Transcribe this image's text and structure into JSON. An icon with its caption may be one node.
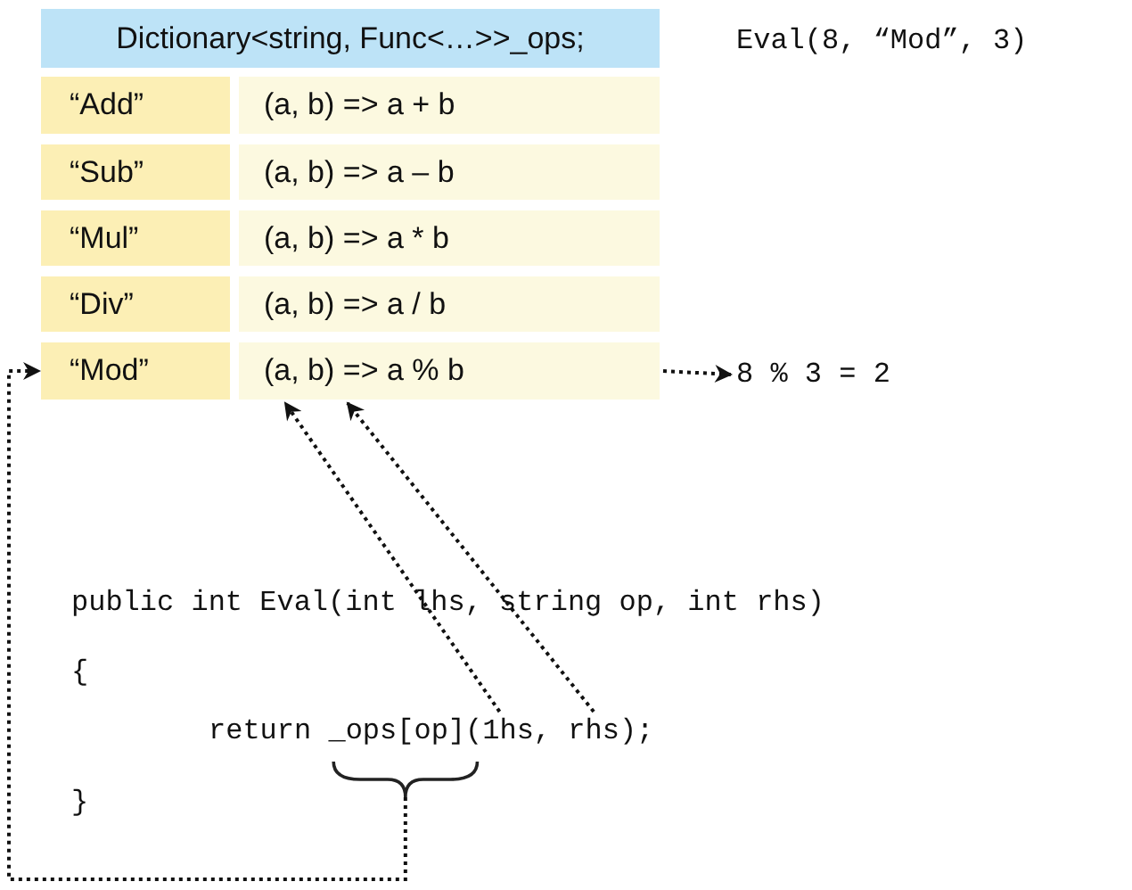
{
  "diagram": {
    "nodes": [
      {
        "text": [
          "Dictionary<string, Func<…>>_ops;"
        ]
      },
      {
        "text": [
          "“Add”"
        ]
      },
      {
        "text": [
          "(a, b) => a + b"
        ]
      },
      {
        "text": [
          "“Sub”"
        ]
      },
      {
        "text": [
          "(a, b) => a – b"
        ]
      },
      {
        "text": [
          "“Mul”"
        ]
      },
      {
        "text": [
          "(a, b) => a * b"
        ]
      },
      {
        "text": [
          "“Div”"
        ]
      },
      {
        "text": [
          "(a, b) => a / b"
        ]
      },
      {
        "text": [
          "“Mod”"
        ]
      },
      {
        "text": [
          "(a, b) => a % b"
        ]
      },
      {
        "text": [
          "8 % 3 = 2"
        ]
      },
      {
        "text": [
          "return _ops[op](1hs, rhs);"
        ]
      }
    ],
    "edges": [
      {
        "from": 10,
        "to": 11,
        "arrow": "to"
      },
      {
        "from": 12,
        "to": 10,
        "arrow": "to"
      },
      {
        "from": 12,
        "to": 10,
        "arrow": "to"
      },
      {
        "from": 12,
        "to": 9,
        "arrow": "to"
      }
    ],
    "labels": [
      "Eval(8, “Mod”, 3)",
      "public int Eval(int lhs, string op, int rhs)",
      "{",
      "}"
    ]
  }
}
